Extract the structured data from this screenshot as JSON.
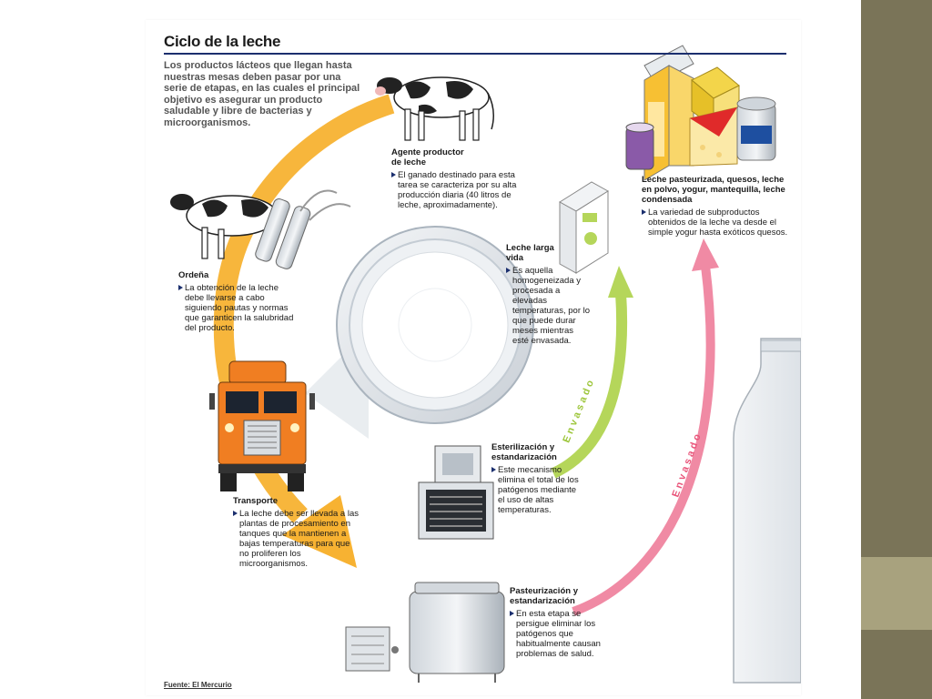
{
  "title": "Ciclo de la leche",
  "intro": "Los productos lácteos que llegan hasta nuestras mesas deben pasar por una serie de etapas, en las cuales el principal objetivo es asegurar un producto saludable y libre de bacterias y microorganismos.",
  "stages": {
    "agente": {
      "heading": "Agente productor de leche",
      "text": "El ganado destinado para esta tarea se caracteriza por su alta producción diaria (40 litros de leche, aproximadamente)."
    },
    "ordena": {
      "heading": "Ordeña",
      "text": "La obtención de la leche debe llevarse a cabo siguiendo pautas y normas que garanticen la salubridad del producto."
    },
    "transporte": {
      "heading": "Transporte",
      "text": "La leche debe ser llevada a las plantas de procesamiento en tanques que la mantienen a bajas temperaturas para que no proliferen los microorganismos."
    },
    "pasteurizacion": {
      "heading": "Pasteurización y estandarización",
      "text": "En esta etapa se persigue eliminar los patógenos que habitualmente causan problemas de salud."
    },
    "esterilizacion": {
      "heading": "Esterilización y estandarización",
      "text": "Este mecanismo elimina el total de los patógenos mediante el uso de altas temperaturas."
    },
    "larga_vida": {
      "heading": "Leche larga vida",
      "text": "Es aquella homogeneizada y procesada a elevadas temperaturas, por lo que puede durar meses mientras esté envasada."
    },
    "productos": {
      "heading": "Leche pasteurizada, quesos, leche en polvo, yogur, mantequilla, leche condensada",
      "text": "La variedad de subproductos obtenidos de la leche va desde el simple yogur hasta exóticos quesos."
    }
  },
  "envasado_green": "Envasado",
  "envasado_pink": "Envasado",
  "source": "Fuente: El Mercurio",
  "colors": {
    "arrow_orange": "#f7b232",
    "arrow_green": "#b5d65a",
    "arrow_pink": "#f08aa4",
    "truck_orange": "#f07e22",
    "title_rule": "#1b2f6e"
  }
}
